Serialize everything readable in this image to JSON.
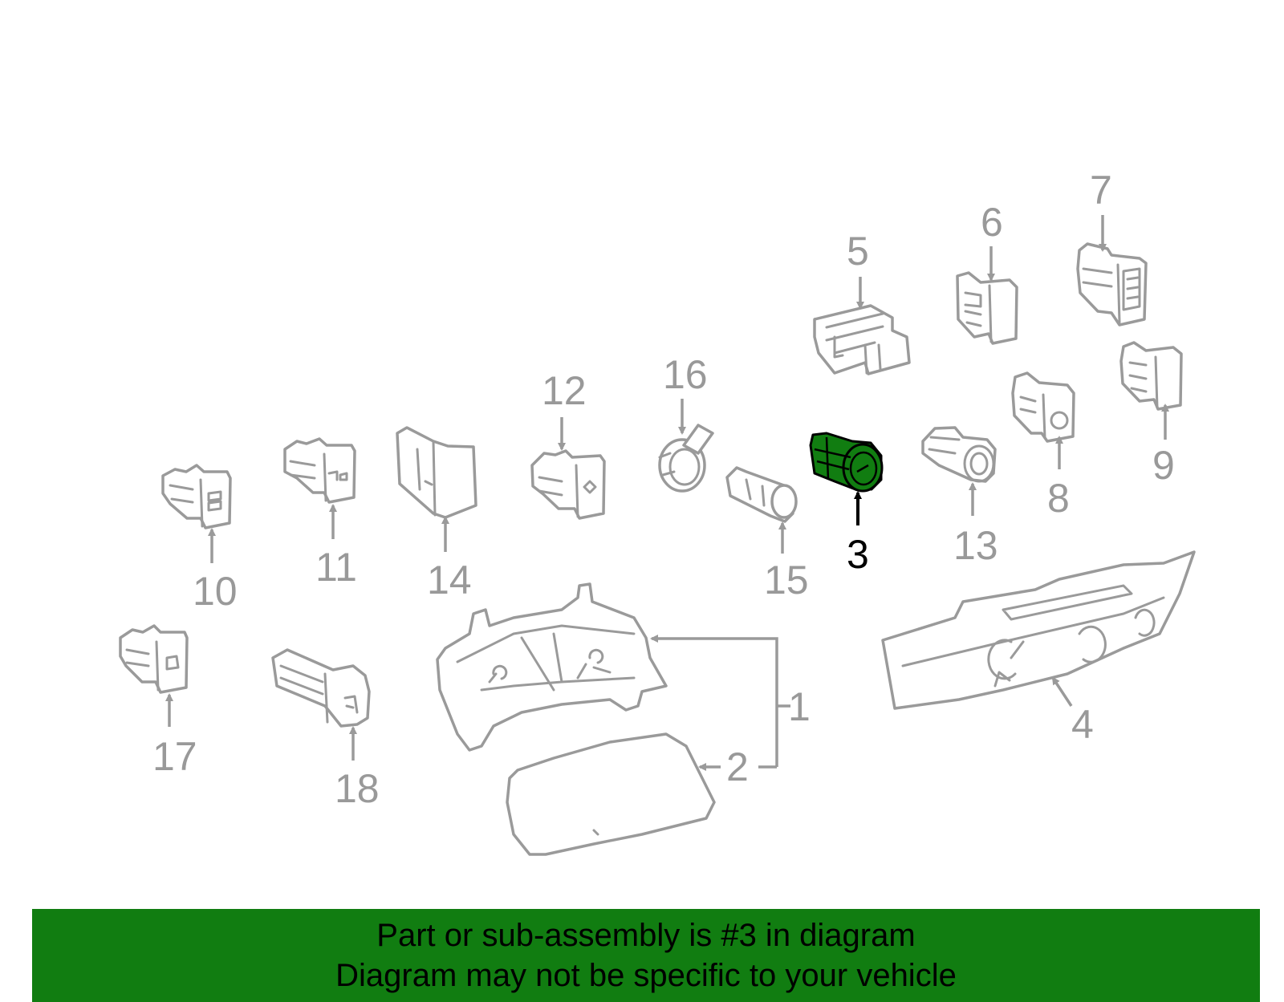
{
  "callouts": {
    "c1": "1",
    "c2": "2",
    "c3": "3",
    "c4": "4",
    "c5": "5",
    "c6": "6",
    "c7": "7",
    "c8": "8",
    "c9": "9",
    "c10": "10",
    "c11": "11",
    "c12": "12",
    "c13": "13",
    "c14": "14",
    "c15": "15",
    "c16": "16",
    "c17": "17",
    "c18": "18"
  },
  "highlighted_part": "3",
  "colors": {
    "highlight": "#117d11",
    "banner": "#117d11",
    "outline": "#9a9a9a",
    "text": "#000000"
  },
  "banner": {
    "line1": "Part or sub-assembly is #3 in diagram",
    "line2": "Diagram may not be specific to your vehicle"
  }
}
